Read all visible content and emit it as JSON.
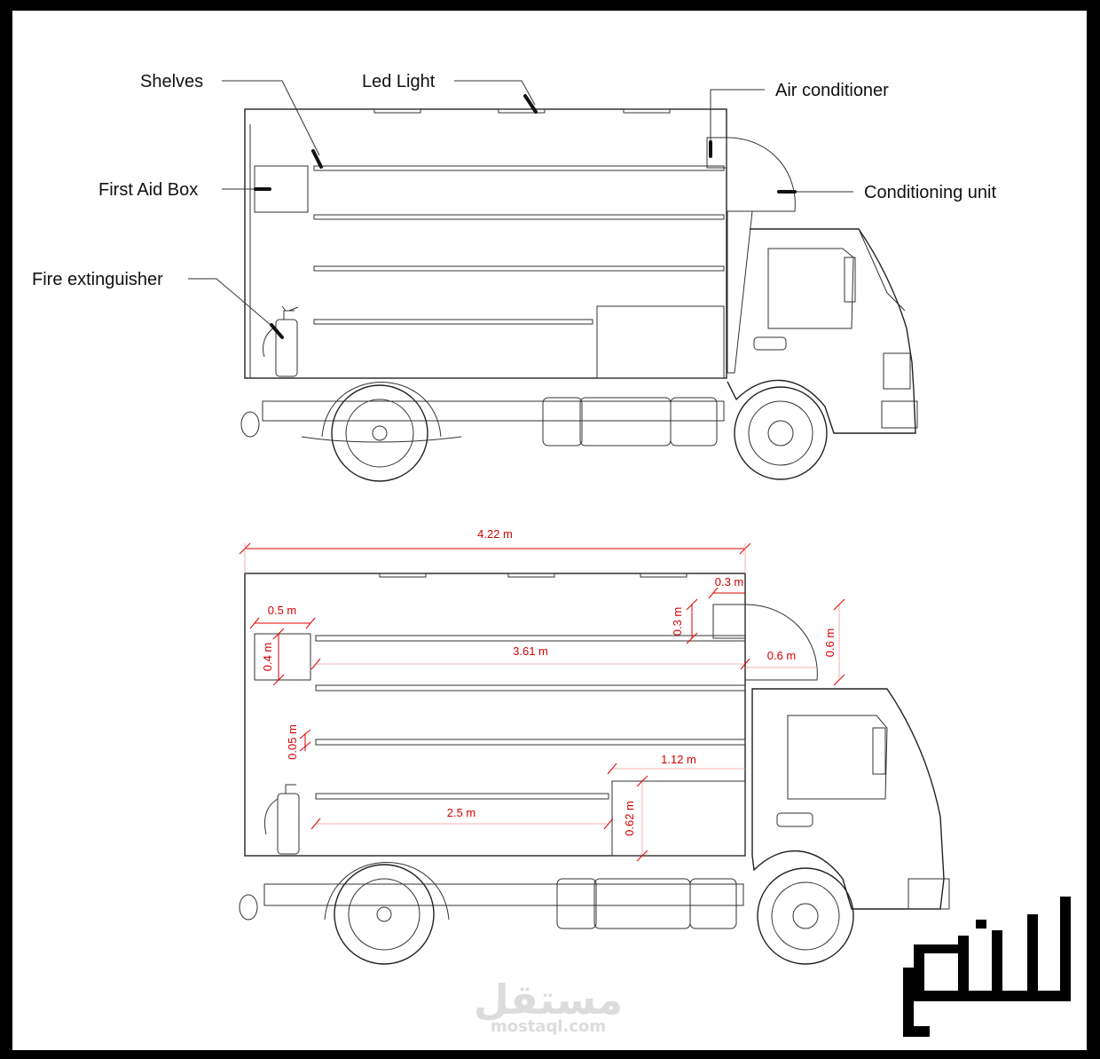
{
  "labels": {
    "shelves": "Shelves",
    "led_light": "Led Light",
    "air_conditioner": "Air conditioner",
    "first_aid_box": "First Aid Box",
    "conditioning_unit": "Conditioning unit",
    "fire_extinguisher": "Fire extinguisher"
  },
  "dimensions": {
    "overall_length": "4.22 m",
    "box_width": "0.5 m",
    "box_height": "0.4 m",
    "shelf_length": "3.61 m",
    "shelf_spacing": "0.05 m",
    "short_shelf": "2.5 m",
    "cabinet_width": "1.12 m",
    "cabinet_height": "0.62 m",
    "ac_width": "0.3 m",
    "ac_height": "0.3 m",
    "unit_width": "0.6 m",
    "unit_height": "0.6 m"
  },
  "watermark": {
    "arabic": "مستقل",
    "latin": "mostaql.com"
  },
  "logo_text": "العجمي"
}
